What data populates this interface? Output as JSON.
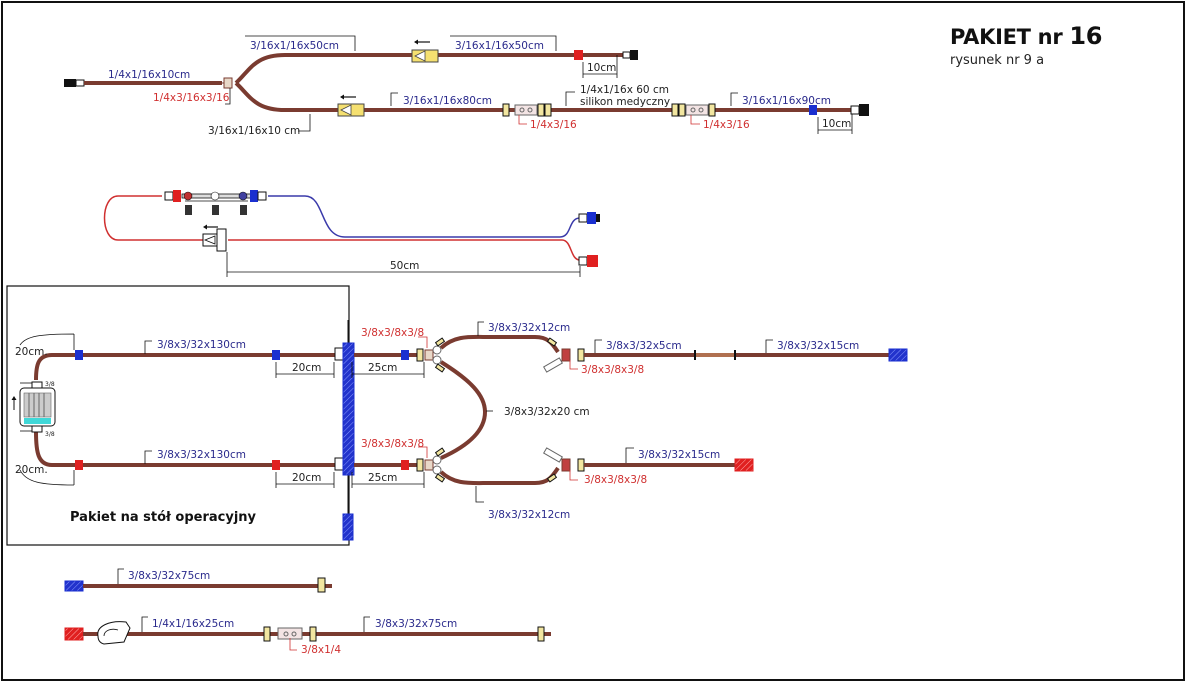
{
  "header": {
    "title_prefix": "PAKIET nr",
    "title_number": "16",
    "subtitle": "rysunek nr 9 a"
  },
  "colors": {
    "tube": "#7a3b30",
    "blue_marker": "#1a2fd0",
    "red_marker": "#e02020",
    "label_blue": "#2a2a8c",
    "label_red": "#d03030",
    "connector_beige": "#f2e6a0"
  },
  "set_top": {
    "main_line": "1/4x1/16x10cm",
    "y_connector": "1/4x3/16x3/16",
    "upper_branch_1": "3/16x1/16x50cm",
    "upper_branch_2": "3/16x1/16x50cm",
    "upper_end_dim": "10cm",
    "lower_branch_start": "3/16x1/16x10 cm",
    "lower_branch_1": "3/16x1/16x80cm",
    "connector_1": "1/4x3/16",
    "silicone_line_1": "1/4x1/16x 60 cm",
    "silicone_line_2": "silikon medyczny",
    "connector_2": "1/4x3/16",
    "lower_branch_2": "3/16x1/16x90cm",
    "lower_end_dim": "10cm"
  },
  "set_manifold": {
    "dimension": "50cm"
  },
  "set_table": {
    "box_label": "Pakiet na stół operacyjny",
    "upper_line": "3/8x3/32x130cm",
    "lower_line": "3/8x3/32x130cm",
    "dim_20_top_left": "20cm.",
    "dim_20_bottom_left": "20cm.",
    "dim_20_upper_right": "20cm",
    "dim_20_lower_right": "20cm",
    "filter_port_top": "3/8",
    "filter_port_bottom": "3/8",
    "dim_25_upper": "25cm",
    "dim_25_lower": "25cm",
    "connector_upper": "3/8x3/8x3/8",
    "connector_lower": "3/8x3/8x3/8",
    "arc_upper": "3/8x3/32x12cm",
    "arc_middle": "3/8x3/32x20 cm",
    "arc_lower": "3/8x3/32x12cm",
    "right_connector_upper": "3/8x3/8x3/8",
    "right_connector_lower": "3/8x3/8x3/8",
    "upper_out_1": "3/8x3/32x5cm",
    "upper_out_2": "3/8x3/32x15cm",
    "lower_out": "3/8x3/32x15cm"
  },
  "set_extra_1": {
    "line": "3/8x3/32x75cm"
  },
  "set_extra_2": {
    "line_1": "1/4x1/16x25cm",
    "connector": "3/8x1/4",
    "line_2": "3/8x3/32x75cm"
  }
}
